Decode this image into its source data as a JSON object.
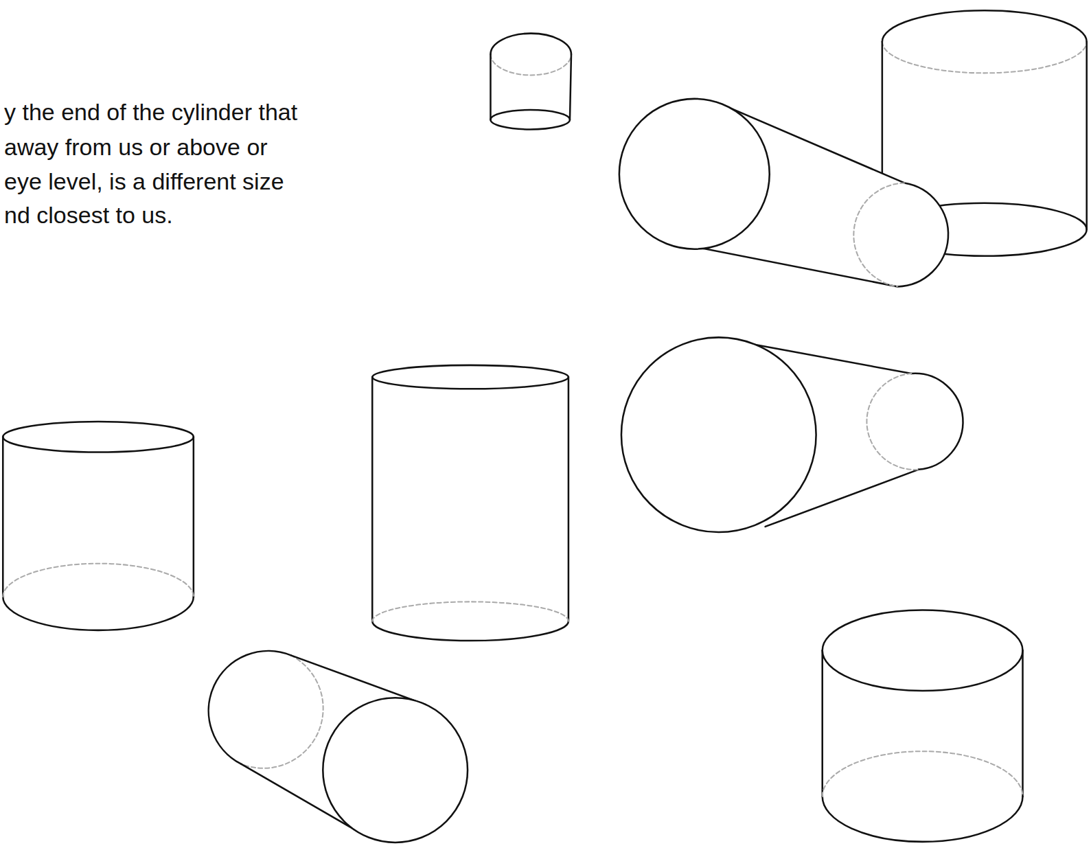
{
  "diagram": {
    "labels": [
      "y the end of the cylinder that",
      "away from us or above or",
      "eye level, is a different size",
      "nd closest to us."
    ]
  }
}
